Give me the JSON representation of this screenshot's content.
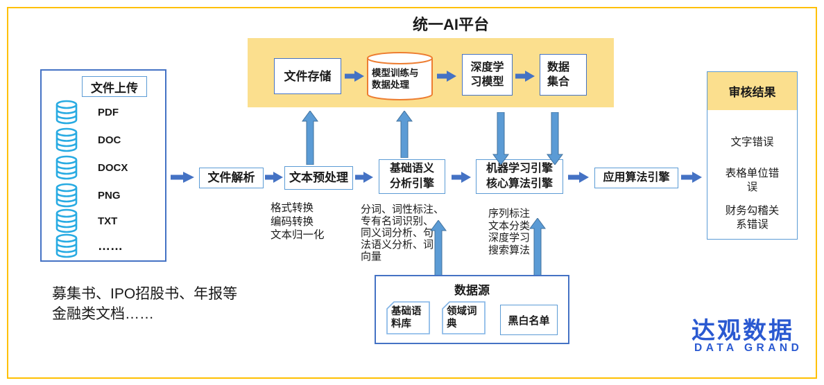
{
  "title": "统一AI平台",
  "platform": {
    "storage": "文件存储",
    "training": "模型训练与\n数据处理",
    "deep_model": "深度学\n习模型",
    "dataset": "数据\n集合"
  },
  "upload": {
    "title": "文件上传",
    "items": [
      "PDF",
      "DOC",
      "DOCX",
      "PNG",
      "TXT",
      "……"
    ]
  },
  "pipeline": {
    "parse": "文件解析",
    "preprocess": "文本预处理",
    "semantic": "基础语义\n分析引擎",
    "ml": "机器学习引擎\n核心算法引擎",
    "applied": "应用算法引擎"
  },
  "notes": {
    "preprocess": "格式转换\n编码转换\n文本归一化",
    "semantic": "分词、词性标注、\n专有名词识别、\n同义词分析、句\n法语义分析、词\n向量",
    "ml": "序列标注\n文本分类\n深度学习\n搜索算法"
  },
  "datasource": {
    "title": "数据源",
    "items": [
      "基础语\n料库",
      "领域词\n典",
      "黑白名单"
    ]
  },
  "results": {
    "title": "审核结果",
    "items": [
      "文字错误",
      "表格单位错\n误",
      "财务勾稽关\n系错误"
    ]
  },
  "caption": "募集书、IPO招股书、年报等\n金融类文档……",
  "logo": {
    "cn": "达观数据",
    "en": "DATA GRAND"
  },
  "colors": {
    "frame": "#FFC000",
    "banner": "#FBDF8E",
    "accent_blue": "#4472C4",
    "light_blue": "#5B9BD5",
    "arrow_stroke": "#41719C",
    "cylinder_orange": "#ED7D31",
    "db_icon_blue": "#29ABE2",
    "logo_blue": "#2A59D1"
  }
}
